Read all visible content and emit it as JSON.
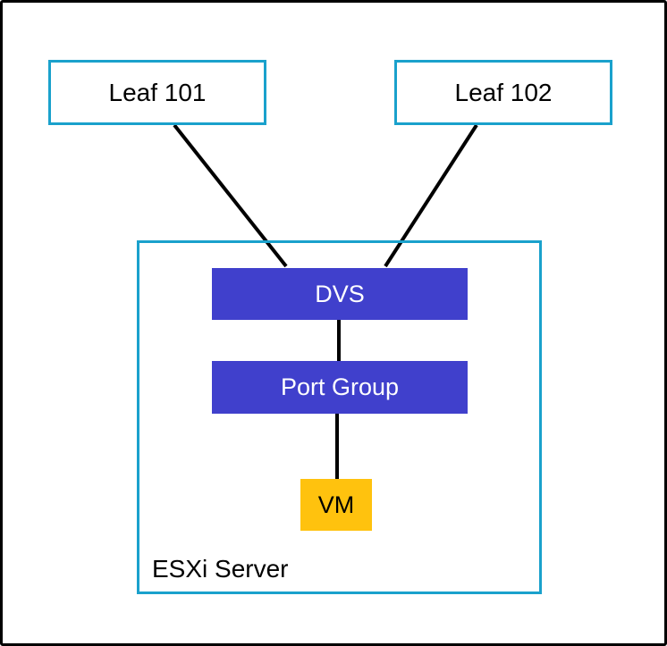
{
  "diagram": {
    "nodes": {
      "leaf101": "Leaf 101",
      "leaf102": "Leaf 102",
      "dvs": "DVS",
      "port_group": "Port Group",
      "vm": "VM",
      "esxi_server": "ESXi Server"
    },
    "edges": [
      {
        "from": "Leaf 101",
        "to": "DVS"
      },
      {
        "from": "Leaf 102",
        "to": "DVS"
      },
      {
        "from": "DVS",
        "to": "Port Group"
      },
      {
        "from": "Port Group",
        "to": "VM"
      }
    ],
    "colors": {
      "container_border": "#1aa1cc",
      "switch_fill": "#4040cc",
      "vm_fill": "#ffc20e",
      "line": "#000000"
    }
  }
}
